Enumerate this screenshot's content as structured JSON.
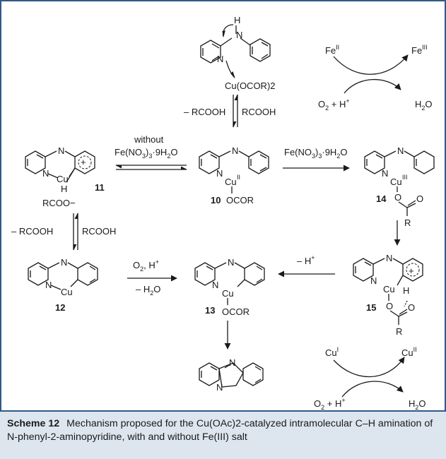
{
  "caption": {
    "label": "Scheme 12",
    "text": "Mechanism proposed for the Cu(OAc)2-catalyzed intramolecular C–H amination of N-phenyl-2-aminopyridine, with and without Fe(III) salt"
  },
  "atoms": {
    "N": "N",
    "H": "H",
    "Cu": "Cu",
    "O": "O",
    "R": "R",
    "plus": "+"
  },
  "labels": {
    "cu_ocor2": "Cu(OCOR)2",
    "minus_rcooh": "– RCOOH",
    "rcooh": "RCOOH",
    "without": "without",
    "fe_salt": "Fe(NO3)3·9H2O",
    "fe2": "Fe",
    "fe3": "Fe",
    "o2_h": "O2 + H+",
    "h2o": "H2O",
    "rcoo_minus": "RCOO−",
    "o2_h_top": "O2, H+",
    "minus_h2o": "– H2O",
    "minus_hplus": "– H+",
    "ocor": "OCOR",
    "cu1": "Cu",
    "cu2": "Cu",
    "cu_ii_ox": "II",
    "cu_iii_ox": "III",
    "fe_ii_ox": "II",
    "fe_iii_ox": "III",
    "cu_i_ox": "I",
    "cu_ii_sup": "II"
  },
  "compounds": {
    "c10": "10",
    "c11": "11",
    "c12": "12",
    "c13": "13",
    "c14": "14",
    "c15": "15"
  }
}
